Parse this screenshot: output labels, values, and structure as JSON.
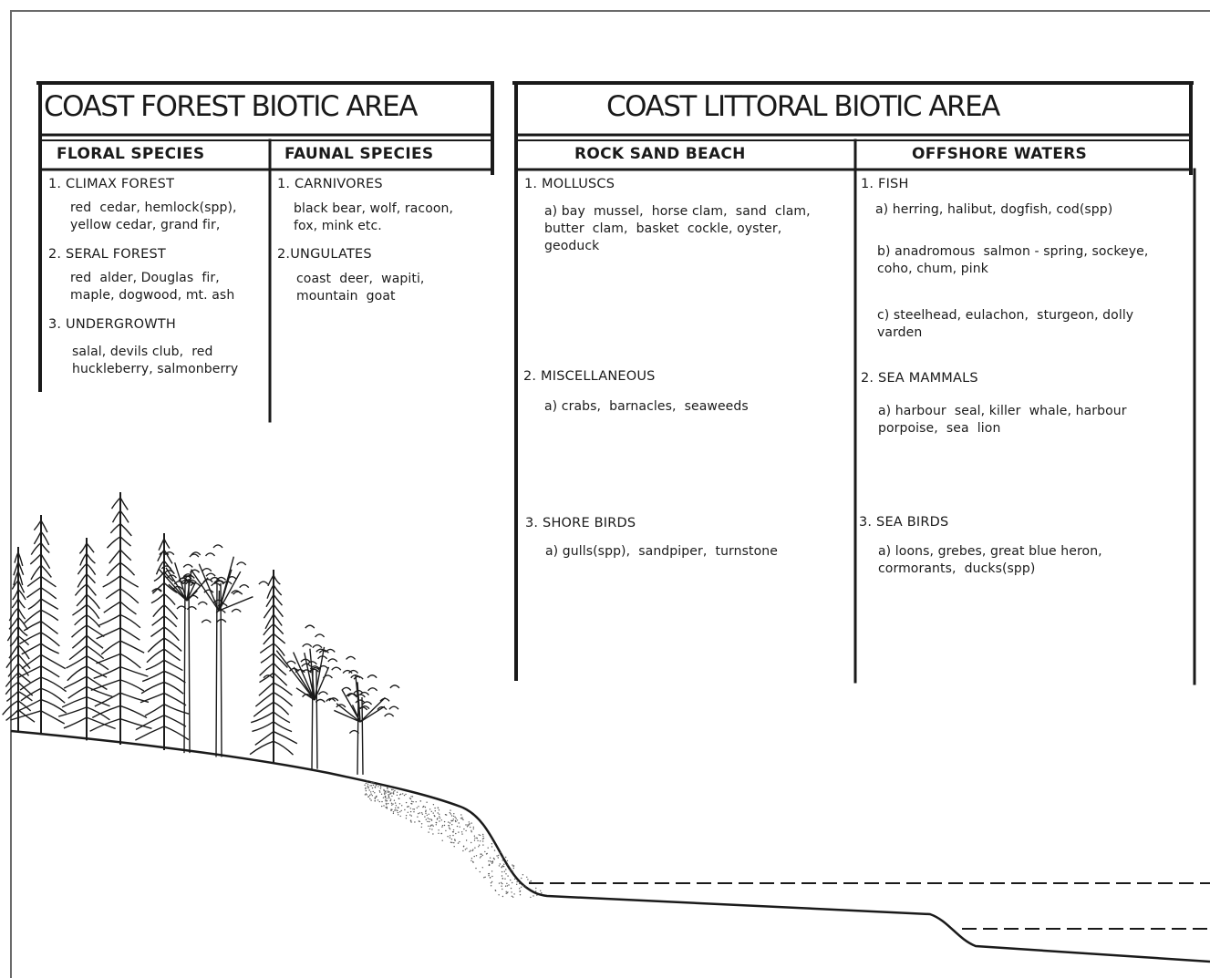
{
  "forest": {
    "title": "COAST  FOREST  BIOTIC    AREA",
    "floral_header": "FLORAL      SPECIES",
    "faunal_header": "FAUNAL      SPECIES",
    "floral": [
      {
        "heading": "1. CLIMAX  FOREST",
        "text": "red  cedar, hemlock(spp),\nyellow cedar, grand fir,"
      },
      {
        "heading": "2.  SERAL  FOREST",
        "text": "red  alder, Douglas  fir,\nmaple, dogwood, mt. ash"
      },
      {
        "heading": "3.  UNDERGROWTH",
        "text": "salal, devils club,  red\nhuckleberry, salmonberry"
      }
    ],
    "faunal": [
      {
        "heading": "1. CARNIVORES",
        "text": "black bear, wolf, racoon,\nfox, mink etc."
      },
      {
        "heading": "2.UNGULATES",
        "text": "coast  deer,  wapiti,\nmountain  goat"
      }
    ]
  },
  "littoral": {
    "title": "COAST    LITTORAL   BIOTIC   AREA",
    "beach_header": "ROCK SAND  BEACH",
    "offshore_header": "OFFSHORE   WATERS",
    "beach": [
      {
        "heading": "1. MOLLUSCS",
        "text": "a) bay  mussel,  horse clam,  sand  clam,\nbutter  clam,  basket  cockle, oyster,\ngeoduck"
      },
      {
        "heading": "2. MISCELLANEOUS",
        "text": "a) crabs,  barnacles,  seaweeds"
      },
      {
        "heading": "3. SHORE   BIRDS",
        "text": "a) gulls(spp),  sandpiper,  turnstone"
      }
    ],
    "offshore": [
      {
        "heading": "1. FISH",
        "items": [
          "a) herring, halibut, dogfish, cod(spp)",
          "b) anadromous  salmon - spring, sockeye,\ncoho, chum, pink",
          "c) steelhead, eulachon,  sturgeon, dolly\nvarden"
        ]
      },
      {
        "heading": "2. SEA   MAMMALS",
        "items": [
          "a) harbour  seal, killer  whale, harbour\nporpoise,  sea  lion"
        ]
      },
      {
        "heading": "3. SEA   BIRDS",
        "items": [
          "a) loons, grebes, great blue heron,\ncormorants,  ducks(spp)"
        ]
      }
    ]
  },
  "colors": {
    "ink": "#1a1a1a",
    "frame": "#6a6a6a",
    "paper": "#ffffff"
  }
}
